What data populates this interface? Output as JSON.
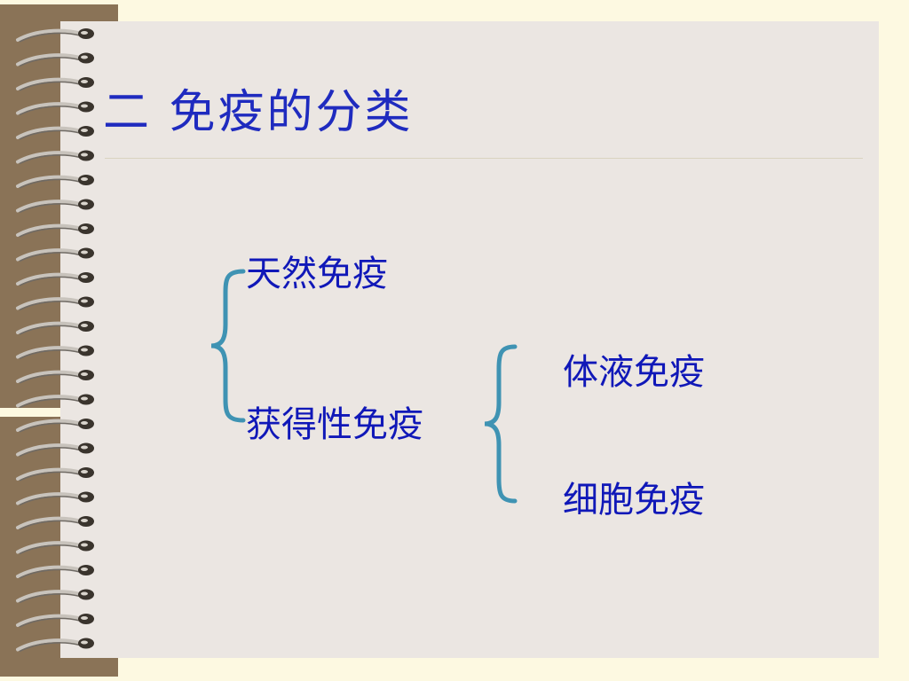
{
  "slide": {
    "title": "二 免疫的分类",
    "tree": {
      "level1": [
        {
          "label": "天然免疫"
        },
        {
          "label": "获得性免疫"
        }
      ],
      "level2": [
        {
          "label": "体液免疫"
        },
        {
          "label": "细胞免疫"
        }
      ]
    }
  },
  "colors": {
    "background": "#fdf9e1",
    "panel": "#ebe6e2",
    "spine": "#8a7357",
    "title": "#1f2bbf",
    "text": "#1018b8",
    "brace": "#3f93b3"
  },
  "icons": {
    "binding_rings": "spiral-binding-icon",
    "brace": "curly-brace-icon"
  }
}
